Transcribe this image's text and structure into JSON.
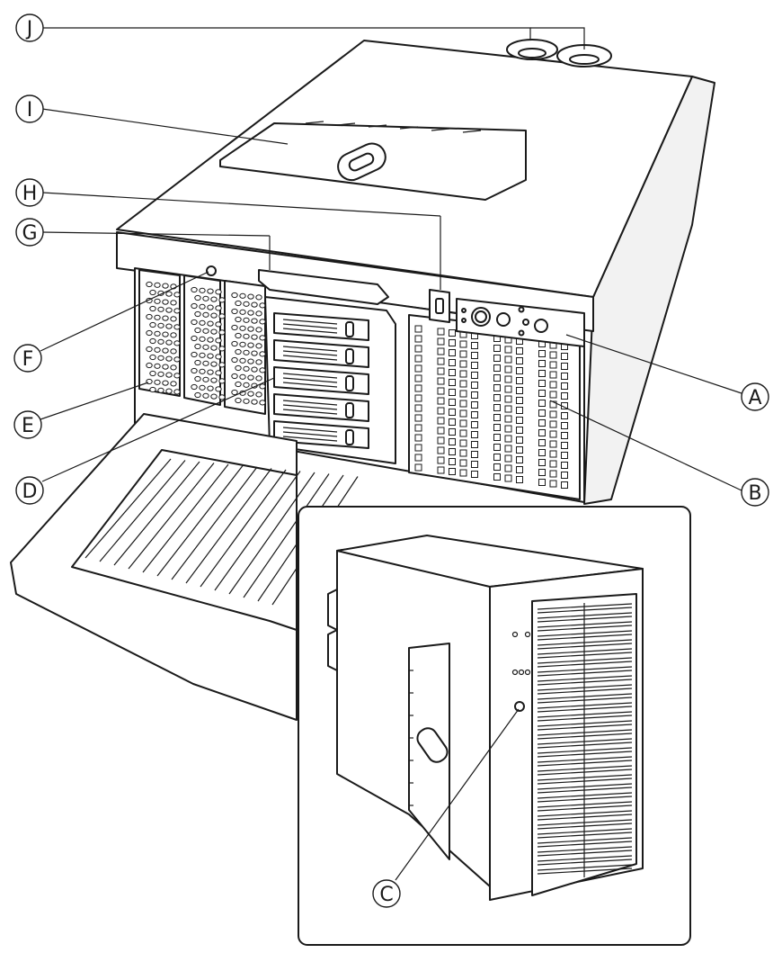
{
  "callouts": [
    {
      "id": "A",
      "label": "A"
    },
    {
      "id": "B",
      "label": "B"
    },
    {
      "id": "C",
      "label": "C"
    },
    {
      "id": "D",
      "label": "D"
    },
    {
      "id": "E",
      "label": "E"
    },
    {
      "id": "F",
      "label": "F"
    },
    {
      "id": "G",
      "label": "G"
    },
    {
      "id": "H",
      "label": "H"
    },
    {
      "id": "I",
      "label": "I"
    },
    {
      "id": "J",
      "label": "J"
    }
  ]
}
